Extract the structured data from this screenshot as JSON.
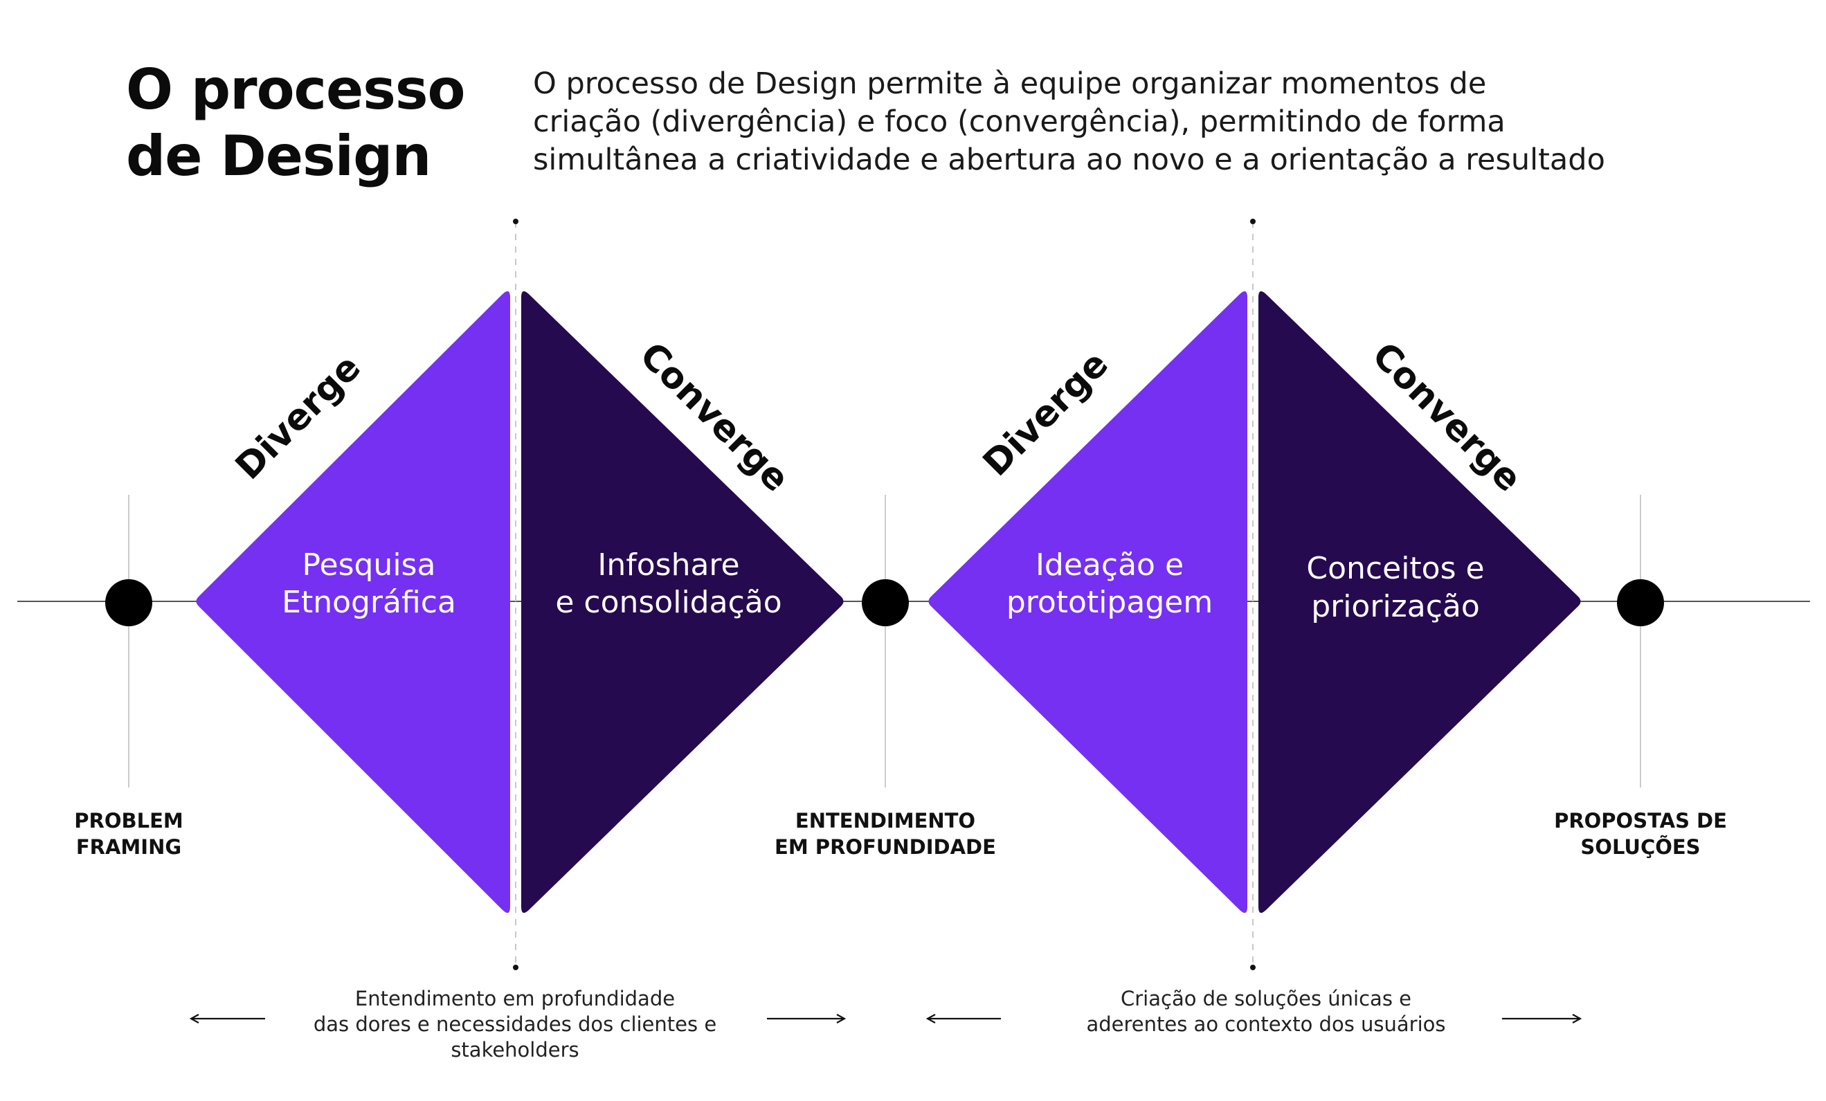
{
  "header": {
    "title_lines": [
      "O processo",
      "de Design"
    ],
    "description_lines": [
      "O processo de Design permite à equipe organizar momentos de",
      "criação (divergência) e foco (convergência), permitindo de forma",
      "simultânea a criatividade e abertura ao novo e a orientação a resultado"
    ]
  },
  "colors": {
    "diverge": "#7530f2",
    "converge": "#260a4f",
    "milestone": "#000000",
    "line": "#555555",
    "guide": "#cccccc"
  },
  "diamonds": [
    {
      "phase": "Diverge",
      "lines": [
        "Pesquisa",
        "Etnográfica"
      ]
    },
    {
      "phase": "Converge",
      "lines": [
        "Infoshare",
        "e consolidação"
      ]
    },
    {
      "phase": "Diverge",
      "lines": [
        "Ideação e",
        "prototipagem"
      ]
    },
    {
      "phase": "Converge",
      "lines": [
        "Conceitos e",
        "priorização"
      ]
    }
  ],
  "milestones": [
    {
      "lines": [
        "PROBLEM",
        "FRAMING"
      ]
    },
    {
      "lines": [
        "ENTENDIMENTO",
        "EM PROFUNDIDADE"
      ]
    },
    {
      "lines": [
        "PROPOSTAS DE",
        "SOLUÇÕES"
      ]
    }
  ],
  "stages": [
    {
      "caption_lines": [
        "Entendimento em profundidade",
        "das dores e necessidades dos clientes e",
        "stakeholders"
      ]
    },
    {
      "caption_lines": [
        "Criação de soluções únicas e",
        "aderentes ao contexto dos usuários"
      ]
    }
  ]
}
